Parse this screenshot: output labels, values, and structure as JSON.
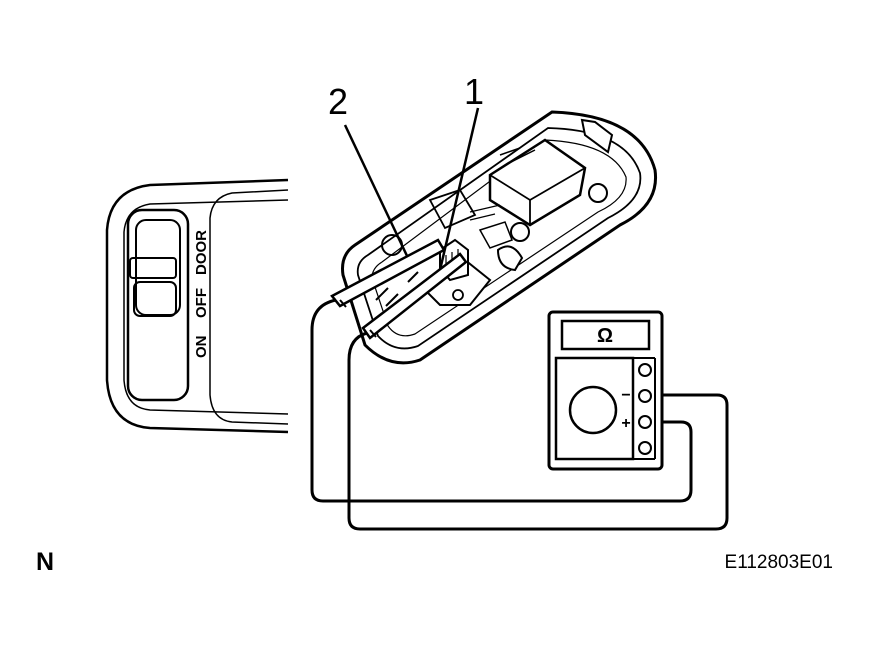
{
  "callouts": {
    "one": "1",
    "two": "2"
  },
  "switch_panel": {
    "on": "ON",
    "off": "OFF",
    "door": "DOOR"
  },
  "ohmmeter": {
    "display_symbol": "Ω",
    "minus": "−",
    "plus": "+"
  },
  "footer": {
    "corner_mark": "N",
    "figure_code": "E112803E01"
  }
}
